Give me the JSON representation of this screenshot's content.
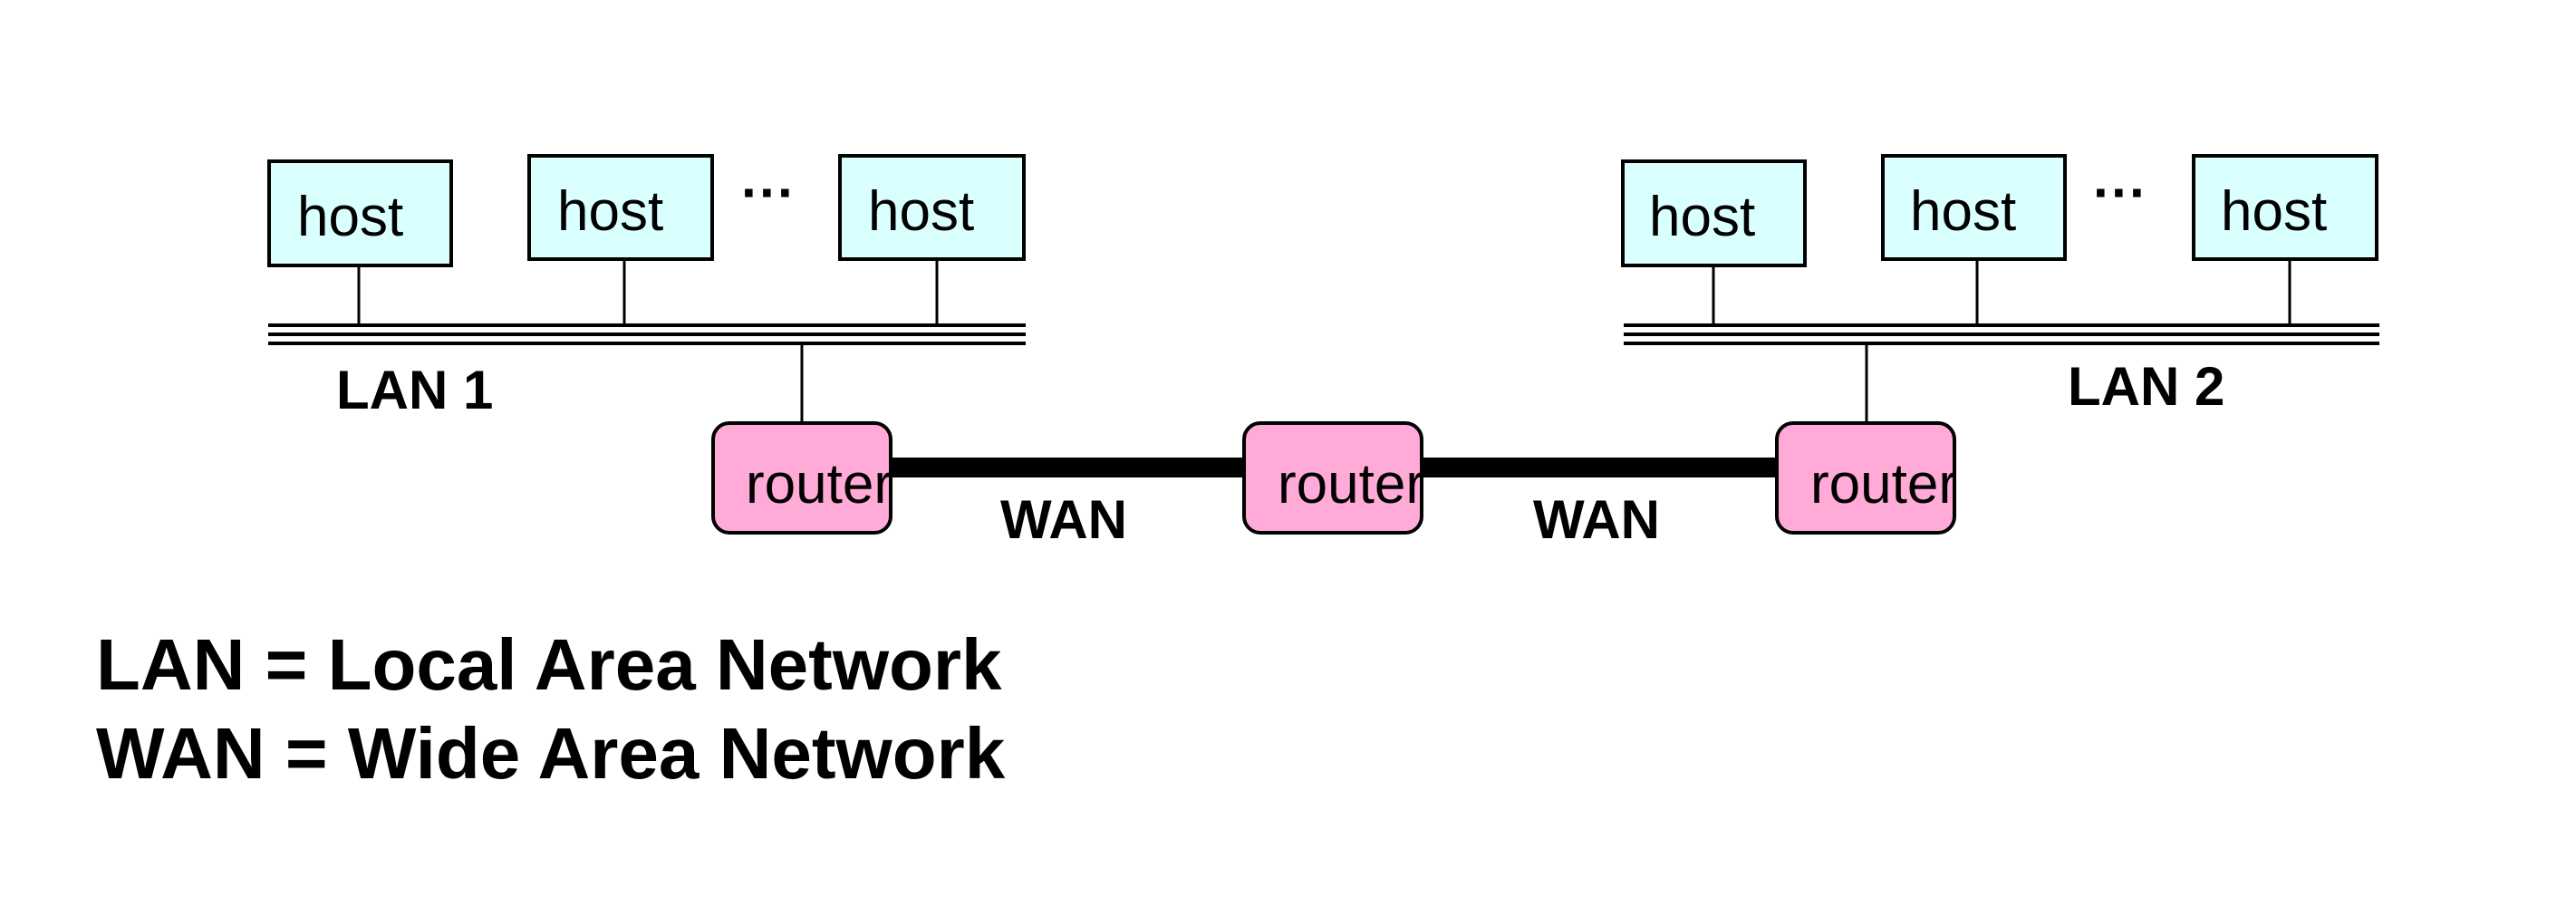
{
  "colors": {
    "host_fill": "#d9ffff",
    "router_fill": "#ffaad7",
    "line": "#000000"
  },
  "lan1": {
    "label": "LAN 1",
    "hosts": [
      "host",
      "host",
      "host"
    ],
    "ellipsis": "···",
    "router": "router"
  },
  "wan_links": [
    {
      "label": "WAN",
      "router": "router"
    },
    {
      "label": "WAN",
      "router": "router"
    }
  ],
  "lan2": {
    "label": "LAN 2",
    "hosts": [
      "host",
      "host",
      "host"
    ],
    "ellipsis": "···"
  },
  "legend": [
    "LAN = Local Area Network",
    "WAN = Wide Area Network"
  ]
}
